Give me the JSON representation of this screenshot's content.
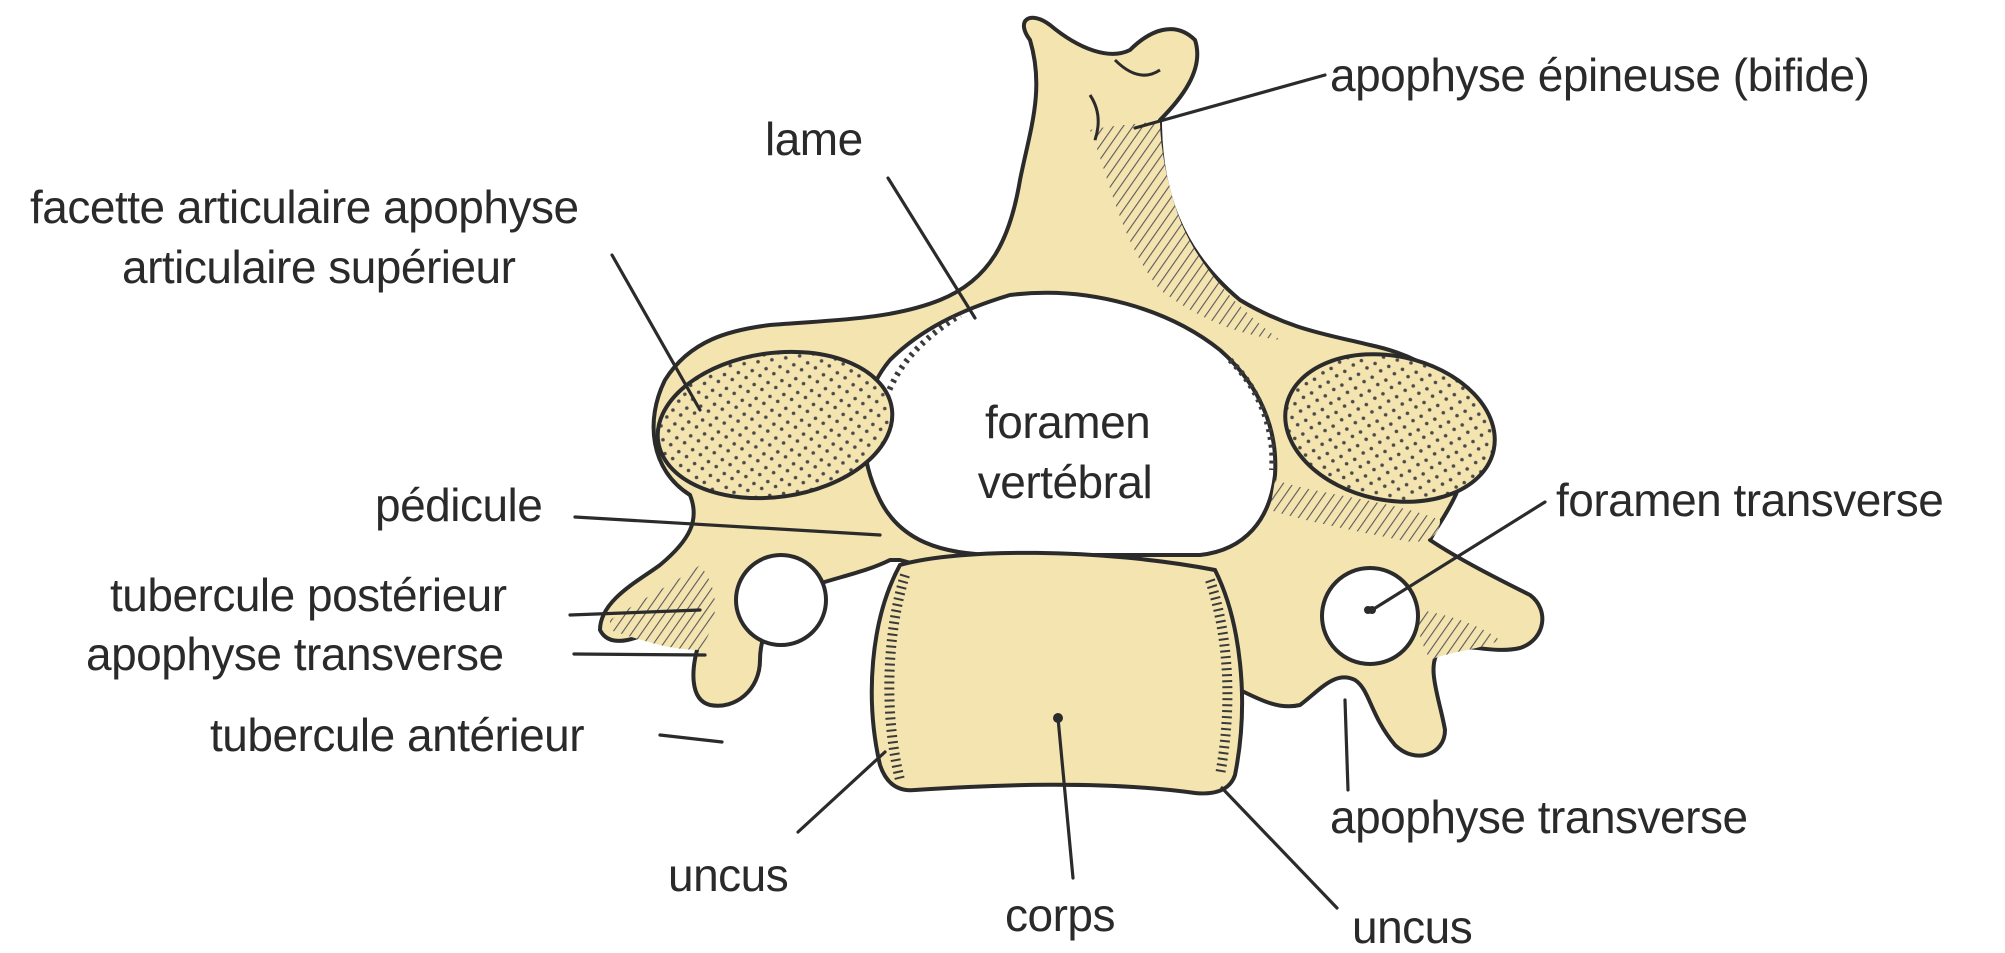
{
  "colors": {
    "bone": "#f3e4b0",
    "outline": "#2b2b2b",
    "hatch": "#5a5a5a",
    "text": "#2a2a2a",
    "background": "#ffffff"
  },
  "labels": {
    "spinous": "apophyse épineuse (bifide)",
    "lamina": "lame",
    "facet_line1": "facette articulaire apophyse",
    "facet_line2": "articulaire supérieur",
    "foramen_line1": "foramen",
    "foramen_line2": "vertébral",
    "pedicle": "pédicule",
    "foramen_transverse": "foramen transverse",
    "posterior_tubercle": "tubercule postérieur",
    "transverse_left": "apophyse transverse",
    "anterior_tubercle": "tubercule antérieur",
    "uncus_left": "uncus",
    "body": "corps",
    "uncus_right": "uncus",
    "transverse_right": "apophyse transverse"
  }
}
